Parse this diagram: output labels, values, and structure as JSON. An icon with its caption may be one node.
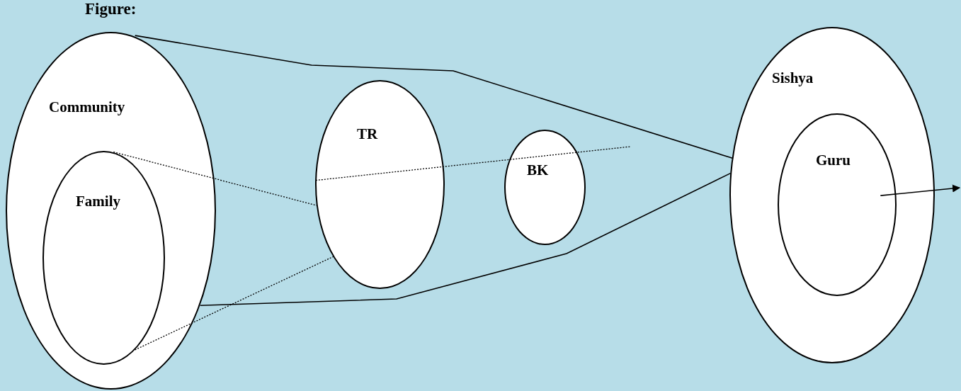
{
  "diagram": {
    "title": "Figure:",
    "nodes": [
      {
        "text": [
          "Community"
        ]
      },
      {
        "text": [
          "Family"
        ],
        "in": 0
      },
      {
        "text": [
          "TR"
        ]
      },
      {
        "text": [
          "BK"
        ]
      },
      {
        "text": [
          "Sishya"
        ]
      },
      {
        "text": [
          "Guru"
        ],
        "in": 4
      }
    ],
    "edges": [
      {
        "from": 0,
        "to": 4,
        "arrow": "none"
      },
      {
        "from": 0,
        "to": 4,
        "arrow": "none"
      },
      {
        "from": 1,
        "to": 2,
        "arrow": "none",
        "style": "dashed"
      },
      {
        "from": 1,
        "to": 2,
        "arrow": "none",
        "style": "dashed"
      },
      {
        "from": 2,
        "to": null,
        "arrow": "none",
        "style": "dashed"
      },
      {
        "from": 5,
        "to": null,
        "arrow": "to"
      }
    ]
  }
}
